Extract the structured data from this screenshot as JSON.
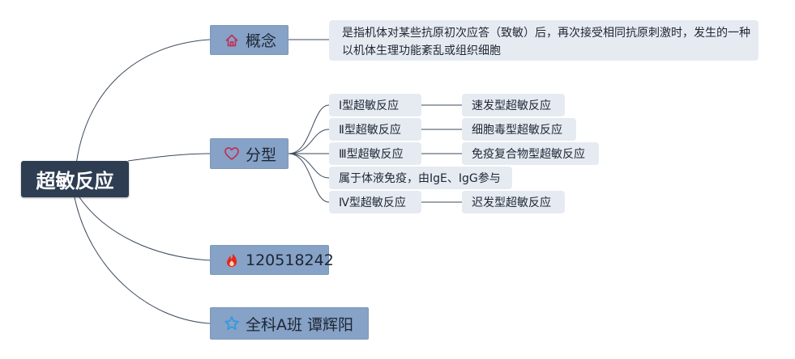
{
  "root": {
    "label": "超敏反应"
  },
  "branches": {
    "concept": {
      "label": "概念",
      "icon": "home-icon",
      "description": "是指机体对某些抗原初次应答（致敏）后，再次接受相同抗原刺激时，发生的一种以机体生理功能紊乱或组织细胞"
    },
    "classification": {
      "label": "分型",
      "icon": "heart-icon",
      "types": [
        {
          "label": "Ⅰ型超敏反应",
          "detail": "速发型超敏反应"
        },
        {
          "label": "Ⅱ型超敏反应",
          "detail": "细胞毒型超敏反应"
        },
        {
          "label": "Ⅲ型超敏反应",
          "detail": "免疫复合物型超敏反应"
        },
        {
          "label": "属于体液免疫，由IgE、IgG参与",
          "detail": ""
        },
        {
          "label": "Ⅳ型超敏反应",
          "detail": "迟发型超敏反应"
        }
      ]
    },
    "number": {
      "label": "120518242",
      "icon": "flame-icon"
    },
    "author": {
      "label": "全科A班 谭辉阳",
      "icon": "star-icon"
    }
  },
  "colors": {
    "root_bg": "#2e3d52",
    "branch_bg": "#86a2c6",
    "leaf_bg": "#e6ebf2",
    "line": "#3c4a5e",
    "home_icon": "#c0305a",
    "heart_icon": "#c0305a",
    "flame_icon": "#e8261c",
    "star_icon": "#2a9ae0"
  }
}
